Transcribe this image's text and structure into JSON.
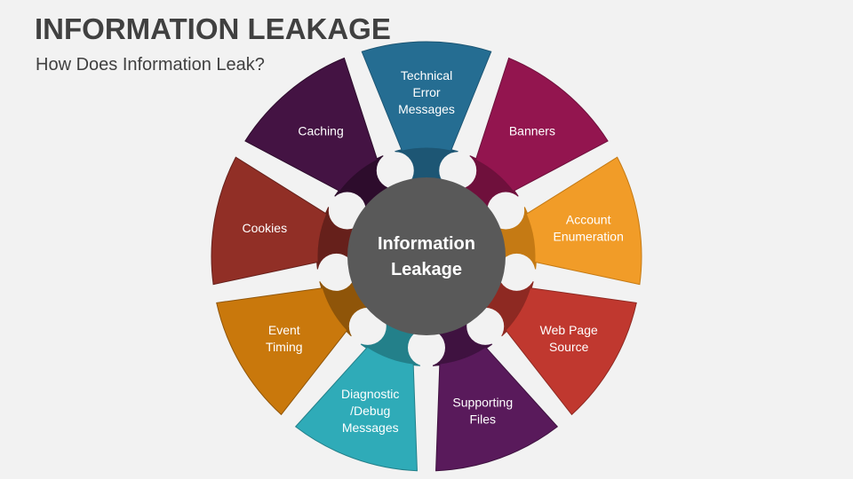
{
  "header": {
    "title": "INFORMATION LEAKAGE",
    "subtitle": "How Does Information Leak?"
  },
  "diagram": {
    "center_label_lines": [
      "Information",
      "Leakage"
    ],
    "center_color": "#595959",
    "background_color": "#f2f2f2",
    "segments": [
      {
        "label_lines": [
          "Technical",
          "Error",
          "Messages"
        ],
        "color": "#256d92",
        "neck_color": "#1d5674",
        "angle": -90
      },
      {
        "label_lines": [
          "Banners"
        ],
        "color": "#93154f",
        "neck_color": "#6f103c",
        "angle": -50
      },
      {
        "label_lines": [
          "Account",
          "Enumeration"
        ],
        "color": "#f19c28",
        "neck_color": "#c57a14",
        "angle": -10
      },
      {
        "label_lines": [
          "Web Page",
          "Source"
        ],
        "color": "#c0382f",
        "neck_color": "#8e2922",
        "angle": 30
      },
      {
        "label_lines": [
          "Supporting",
          "Files"
        ],
        "color": "#591a5b",
        "neck_color": "#3f1240",
        "angle": 70
      },
      {
        "label_lines": [
          "Diagnostic",
          "/Debug",
          "Messages"
        ],
        "color": "#2fabb8",
        "neck_color": "#23808a",
        "angle": 110
      },
      {
        "label_lines": [
          "Event",
          "Timing"
        ],
        "color": "#c9780c",
        "neck_color": "#8f5509",
        "angle": 150
      },
      {
        "label_lines": [
          "Cookies"
        ],
        "color": "#912f26",
        "neck_color": "#66201b",
        "angle": 190
      },
      {
        "label_lines": [
          "Caching"
        ],
        "color": "#441343",
        "neck_color": "#2d0c2c",
        "angle": 230
      }
    ]
  }
}
